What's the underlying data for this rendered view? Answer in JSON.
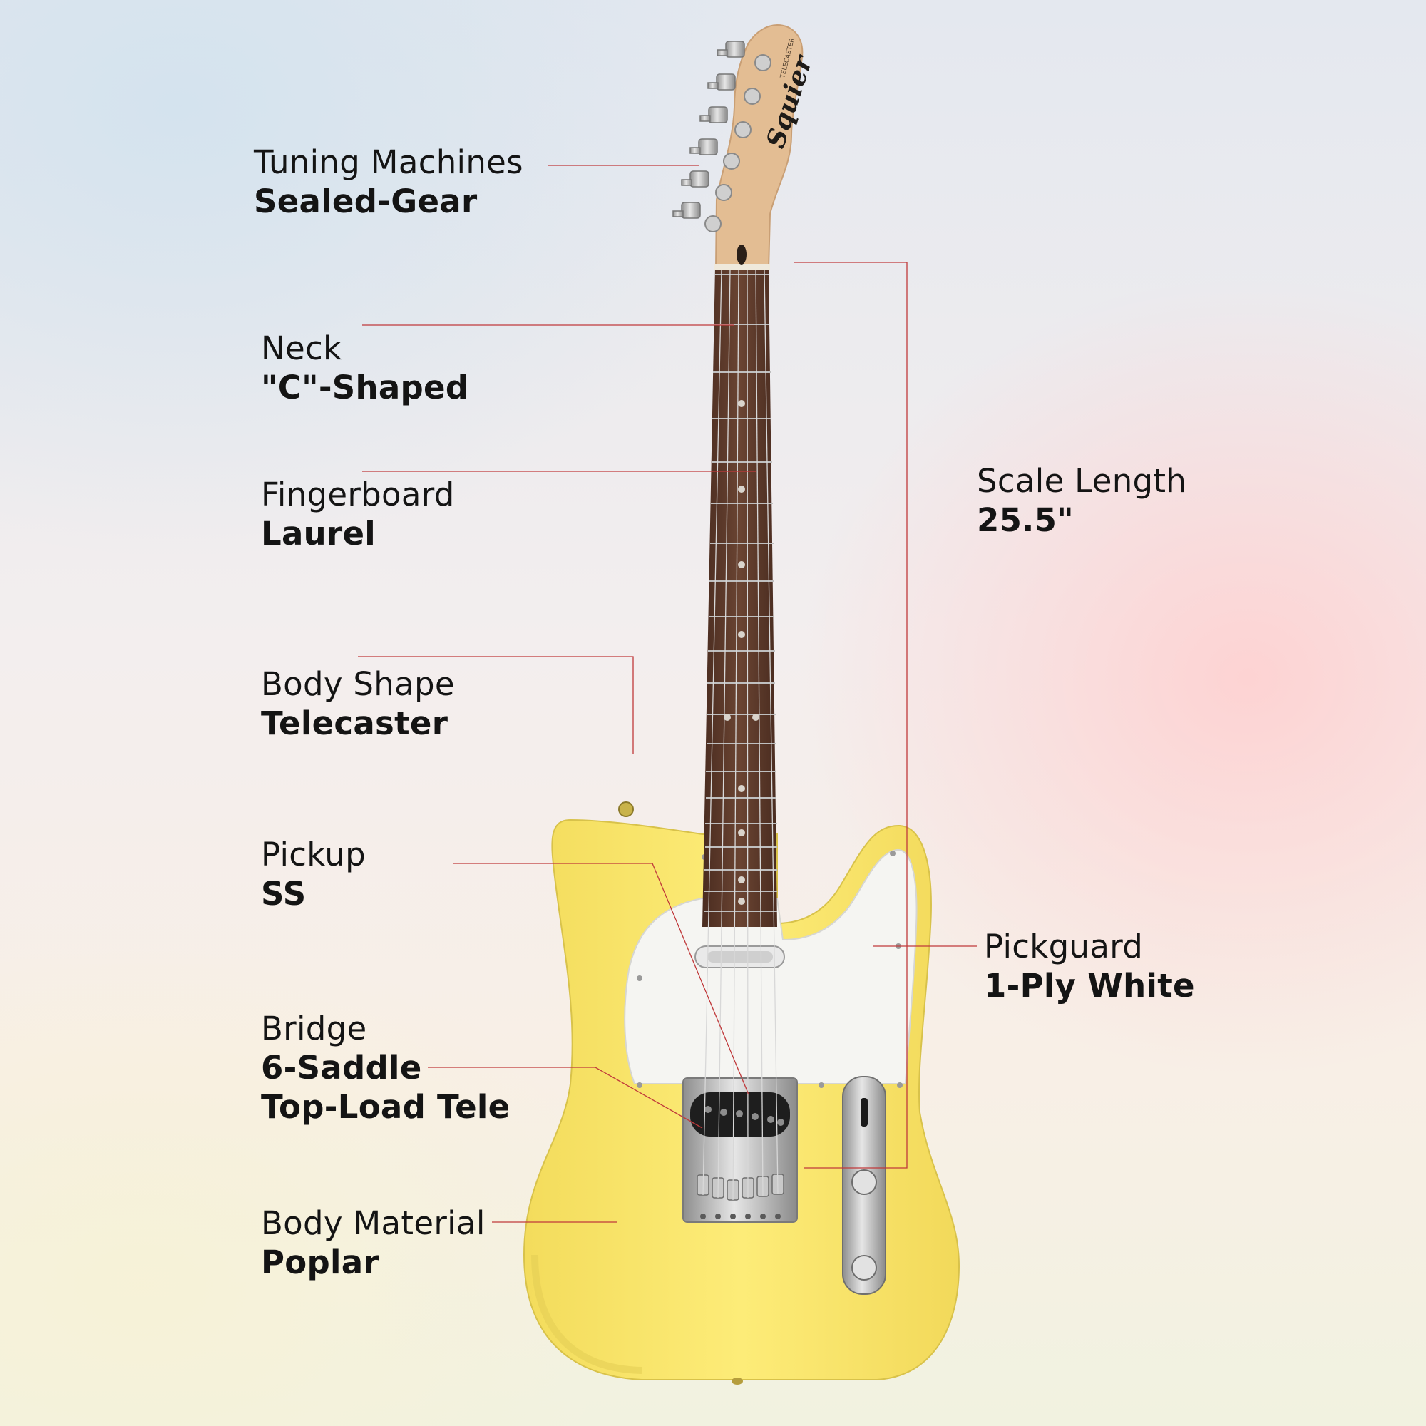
{
  "specs": {
    "tuning_machines": {
      "title": "Tuning Machines",
      "value": "Sealed-Gear"
    },
    "neck": {
      "title": "Neck",
      "value": "\"C\"-Shaped"
    },
    "fingerboard": {
      "title": "Fingerboard",
      "value": "Laurel"
    },
    "body_shape": {
      "title": "Body Shape",
      "value": "Telecaster"
    },
    "pickup": {
      "title": "Pickup",
      "value": "SS"
    },
    "bridge": {
      "title": "Bridge",
      "value_line1": "6-Saddle",
      "value_line2": "Top-Load Tele"
    },
    "body_material": {
      "title": "Body Material",
      "value": "Poplar"
    },
    "scale_length": {
      "title": "Scale Length",
      "value": "25.5\""
    },
    "pickguard": {
      "title": "Pickguard",
      "value": "1-Ply White"
    }
  },
  "headstock": {
    "brand": "Squier",
    "model": "TELECASTER"
  },
  "colors": {
    "body": "#fbea74",
    "pickguard": "#f5f5f2",
    "fingerboard": "#5e3b2c",
    "headstock": "#e3bd93",
    "leader_line": "#c0393b"
  }
}
